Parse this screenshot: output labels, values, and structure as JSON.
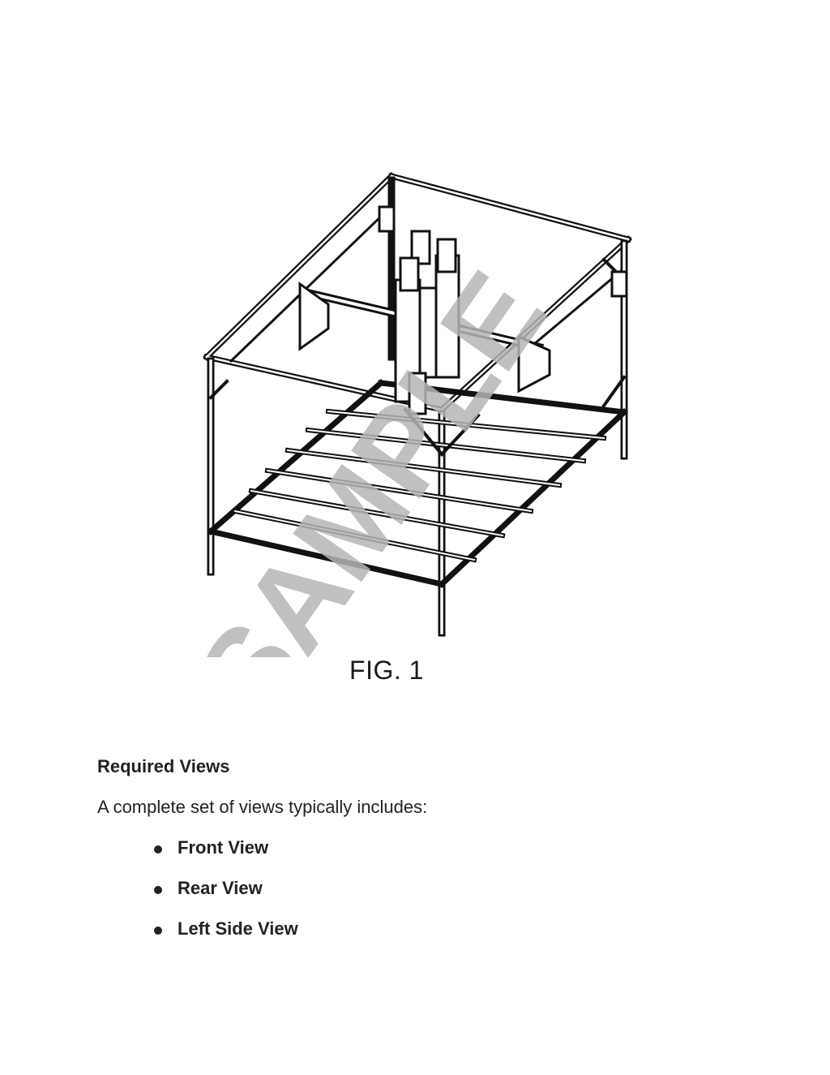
{
  "figure": {
    "caption": "FIG. 1",
    "watermark": "SAMPLE",
    "subject": "cnc-gantry-frame-drawing"
  },
  "content": {
    "heading": "Required Views",
    "intro": "A complete set of views typically includes:",
    "views": [
      "Front View",
      "Rear View",
      "Left Side View"
    ]
  },
  "colors": {
    "text": "#222222",
    "line": "#111111",
    "watermark": "#b5b5b5"
  }
}
